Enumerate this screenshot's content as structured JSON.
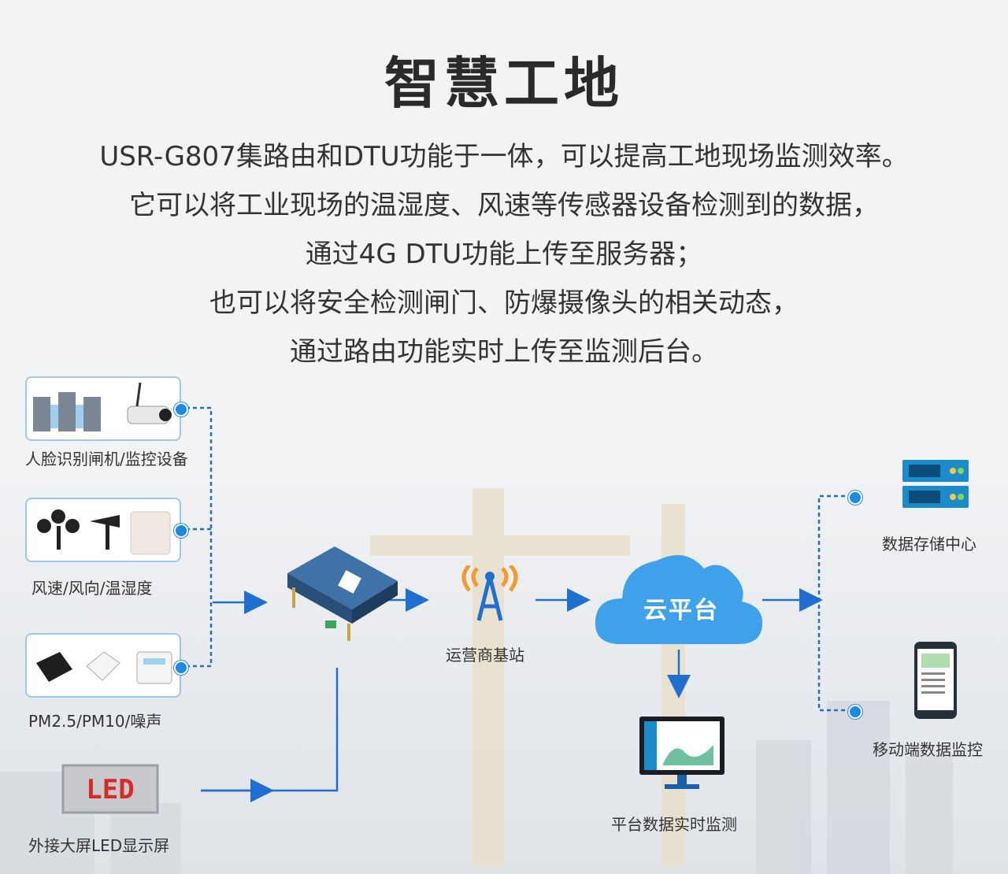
{
  "title": "智慧工地",
  "description": [
    "USR-G807集路由和DTU功能于一体，可以提高工地现场监测效率。",
    "它可以将工业现场的温湿度、风速等传感器设备检测到的数据，",
    "通过4G DTU功能上传至服务器；",
    "也可以将安全检测闸门、防爆摄像头的相关动态，",
    "通过路由功能实时上传至监测后台。"
  ],
  "nodes": {
    "face_gate": "人脸识别闸机/监控设备",
    "wind_sensor": "风速/风向/温湿度",
    "pm_sensor": "PM2.5/PM10/噪声",
    "led_screen": "外接大屏LED显示屏",
    "base_station": "运营商基站",
    "cloud": "云平台",
    "data_center": "数据存储中心",
    "mobile": "移动端数据监控",
    "platform": "平台数据实时监测"
  },
  "led_text": "LED",
  "colors": {
    "accent": "#1e88e5",
    "line": "#1e6fd0",
    "cloud": "#3ea1ea"
  }
}
